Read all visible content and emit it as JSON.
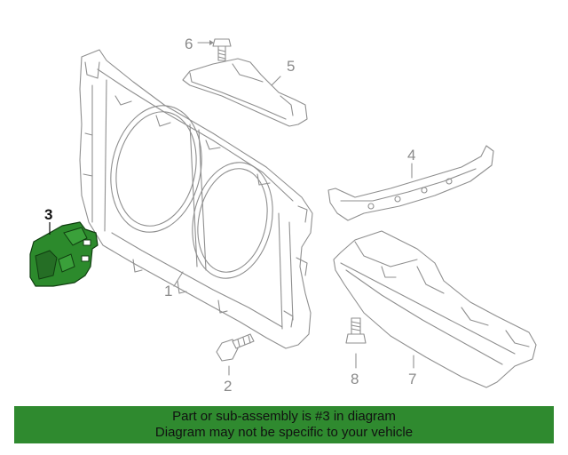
{
  "callouts": {
    "c1": "1",
    "c2": "2",
    "c3": "3",
    "c4": "4",
    "c5": "5",
    "c6": "6",
    "c7": "7",
    "c8": "8"
  },
  "banner": {
    "line1": "Part or sub-assembly is #3 in diagram",
    "line2": "Diagram may not be specific to your vehicle"
  },
  "colors": {
    "highlight": "#2f8a2f",
    "line_art": "#8f8f8f",
    "background": "#ffffff"
  }
}
